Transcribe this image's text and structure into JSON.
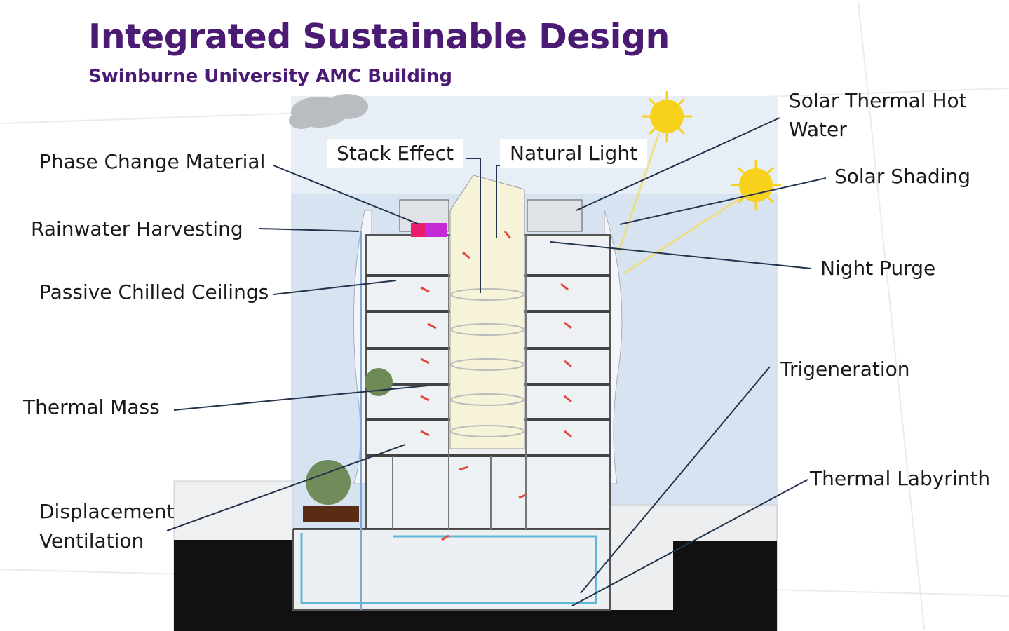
{
  "header": {
    "title": "Integrated Sustainable Design",
    "subtitle": "Swinburne University AMC Building"
  },
  "labels": {
    "phase_change": "Phase Change Material",
    "rainwater": "Rainwater Harvesting",
    "passive_chilled": "Passive Chilled Ceilings",
    "thermal_mass": "Thermal Mass",
    "displacement_1": "Displacement",
    "displacement_2": "Ventilation",
    "stack_effect": "Stack Effect",
    "natural_light": "Natural Light",
    "solar_thermal_1": "Solar Thermal Hot",
    "solar_thermal_2": "Water",
    "solar_shading": "Solar Shading",
    "night_purge": "Night Purge",
    "trigeneration": "Trigeneration",
    "thermal_labyrinth": "Thermal Labyrinth"
  },
  "colors": {
    "title": "#4b1a72",
    "sky": "#d6e2f0",
    "leader_line": "#22334d",
    "sun": "#f5d21c",
    "airflow": "#e0473b",
    "water_pipe": "#5fb7d4"
  }
}
